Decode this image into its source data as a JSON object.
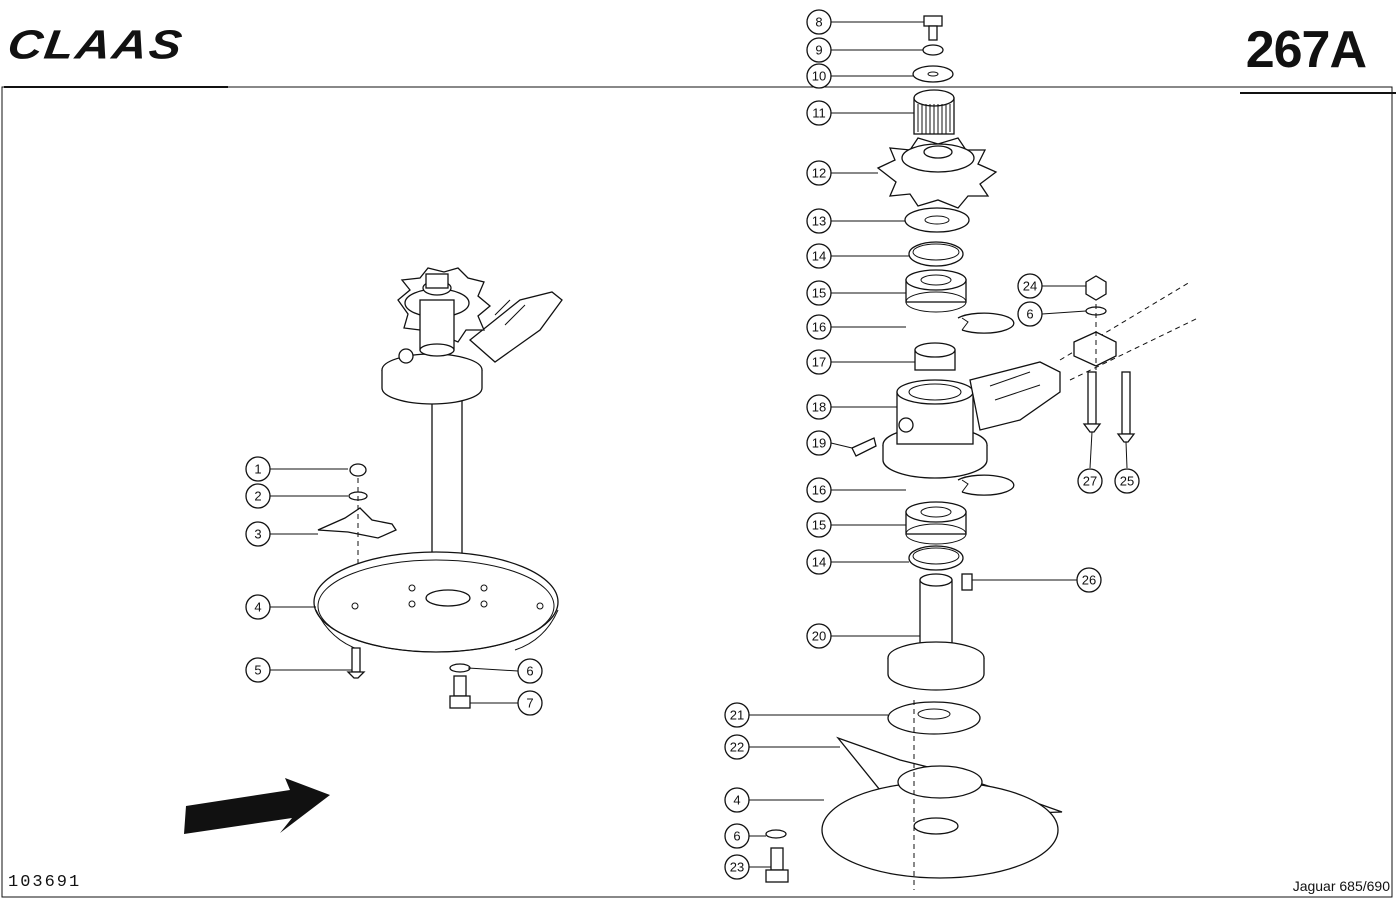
{
  "header": {
    "brand": "CLAAS",
    "page_number": "267A"
  },
  "footer": {
    "document_id": "103691",
    "model": "Jaguar 685/690"
  },
  "callouts": {
    "c1": "1",
    "c2": "2",
    "c3": "3",
    "c4": "4",
    "c5": "5",
    "c6": "6",
    "c7": "7",
    "c8": "8",
    "c9": "9",
    "c10": "10",
    "c11": "11",
    "c12": "12",
    "c13": "13",
    "c14": "14",
    "c15": "15",
    "c16": "16",
    "c17": "17",
    "c18": "18",
    "c19": "19",
    "c20": "20",
    "c21": "21",
    "c22": "22",
    "c23": "23",
    "c24": "24",
    "c25": "25",
    "c26": "26",
    "c27": "27"
  }
}
